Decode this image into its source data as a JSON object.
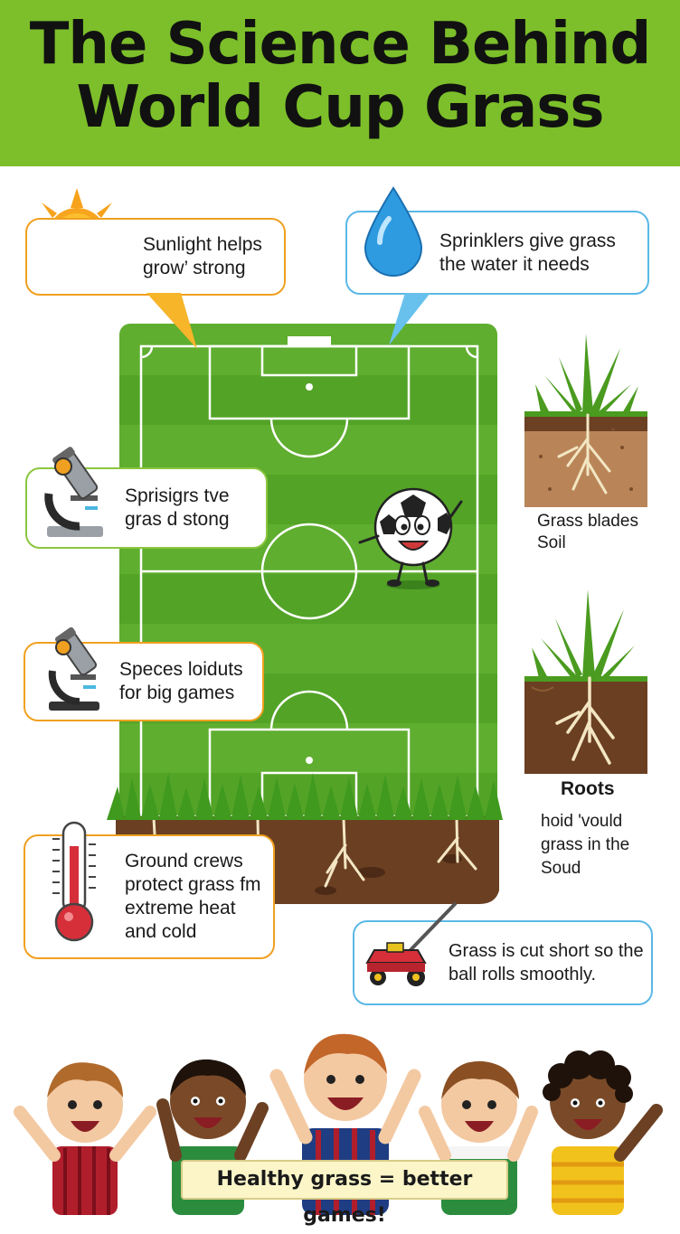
{
  "title": {
    "line1": "The Science Behind",
    "line2": "World Cup Grass"
  },
  "callouts": {
    "sunlight": {
      "line1": "Sunlight helps",
      "line2": "grow’ strong",
      "icon": "sun-icon"
    },
    "sprinklers": {
      "line1": "Sprinklers give grass",
      "line2": "the water it needs",
      "icon": "water-drop-icon"
    },
    "microscope1": {
      "line1": "Sprisigrs tve",
      "line2": "gras d stong",
      "icon": "microscope-icon"
    },
    "microscope2": {
      "line1": "Speces loiduts",
      "line2": "for big games",
      "icon": "microscope-icon"
    },
    "ground_crews": {
      "line1": "Ground crews",
      "line2": "protect grass fm",
      "line3": "extreme heat",
      "line4": "and cold",
      "icon": "thermometer-icon"
    },
    "mower": {
      "line1": "Grass is cut short so the",
      "line2": "ball rolls smoothly.",
      "icon": "lawn-mower-icon"
    }
  },
  "side_labels": {
    "grass_blades": "Grass blades",
    "soil": "Soil",
    "roots": "Roots",
    "roots_desc1": "hoid 'vould",
    "roots_desc2": "grass in the",
    "roots_desc3": "Soud"
  },
  "banner": "Healthy grass = better games!",
  "colors": {
    "header_green": "#7cbf2a",
    "pitch_light": "#5fae2f",
    "pitch_dark": "#4f9e25",
    "soil_brown": "#6b3f22",
    "accent_orange": "#f0a020",
    "accent_blue": "#5ab8e6"
  }
}
